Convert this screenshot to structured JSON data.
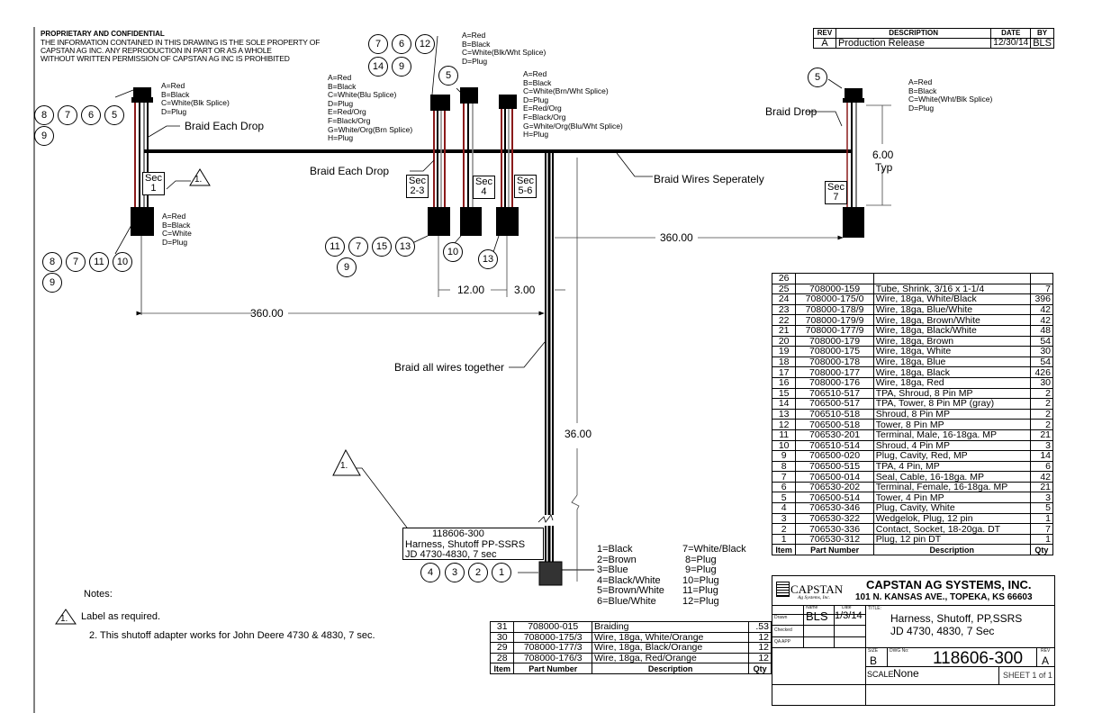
{
  "proprietary": {
    "heading": "PROPRIETARY AND CONFIDENTIAL",
    "lines": [
      "THE INFORMATION CONTAINED IN THIS DRAWING IS THE SOLE PROPERTY OF",
      "CAPSTAN AG INC. ANY REPRODUCTION IN PART OR AS A WHOLE",
      "WITHOUT WRITTEN PERMISSION OF CAPSTAN AG INC IS PROHIBITED"
    ]
  },
  "revision_block": {
    "headers": [
      "REV",
      "DESCRIPTION",
      "DATE",
      "BY"
    ],
    "rows": [
      [
        "A",
        "Production Release",
        "12/30/14",
        "BLS"
      ]
    ]
  },
  "drawing": {
    "colors": {
      "red_wire": "#8b1a1a",
      "wire": "#000000",
      "dim": "#444444"
    },
    "callouts": {
      "braid_each_drop_1": "Braid Each Drop",
      "braid_each_drop_2": "Braid Each Drop",
      "braid_drop": "Braid Drop",
      "braid_wires_separately": "Braid Wires Seperately",
      "braid_all_together": "Braid all wires together"
    },
    "dimensions": {
      "d360_left": "360.00",
      "d360_right": "360.00",
      "d12": "12.00",
      "d3": "3.00",
      "d36": "36.00",
      "d6": "6.00",
      "d6_typ": "Typ"
    },
    "sections": {
      "sec1": [
        "Sec",
        "1"
      ],
      "sec23": [
        "Sec",
        "2-3"
      ],
      "sec4": [
        "Sec",
        "4"
      ],
      "sec56": [
        "Sec",
        "5-6"
      ],
      "sec7": [
        "Sec",
        "7"
      ]
    },
    "pinouts": {
      "sec1_top": [
        "A=Red",
        "B=Black",
        "C=White(Blk Splice)",
        "D=Plug"
      ],
      "sec1_bottom": [
        "A=Red",
        "B=Black",
        "C=White",
        "D=Plug"
      ],
      "sec23": [
        "A=Red",
        "B=Black",
        "C=White(Blu Splice)",
        "D=Plug",
        "E=Red/Org",
        "F=Black/Org",
        "G=White/Org(Brn Splice)",
        "H=Plug"
      ],
      "sec4": [
        "A=Red",
        "B=Black",
        "C=White(Blk/Wht Splice)",
        "D=Plug"
      ],
      "sec56": [
        "A=Red",
        "B=Black",
        "C=White(Brn/Wht Splice)",
        "D=Plug",
        "E=Red/Org",
        "F=Black/Org",
        "G=White/Org(Blu/Wht Splice)",
        "H=Plug"
      ],
      "sec7": [
        "A=Red",
        "B=Black",
        "C=White(Wht/Blk Splice)",
        "D=Plug"
      ],
      "main_left": [
        "1=Black",
        "2=Brown",
        "3=Blue",
        "4=Black/White",
        "5=Brown/White",
        "6=Blue/White"
      ],
      "main_right": [
        "7=White/Black",
        "8=Plug",
        "9=Plug",
        "10=Plug",
        "11=Plug",
        "12=Plug"
      ]
    },
    "balloons": {
      "sec1_top": [
        "8",
        "7",
        "6",
        "5",
        "9"
      ],
      "sec1_bottom": [
        "8",
        "7",
        "11",
        "10",
        "9"
      ],
      "sec23_top": [
        "7",
        "6",
        "12",
        "14",
        "9"
      ],
      "sec4_top": "5",
      "sec23_bottom": [
        "11",
        "7",
        "15",
        "13",
        "9"
      ],
      "sec4_bottom": "10",
      "sec56_bottom": "13",
      "sec7_top": "5",
      "main": [
        "4",
        "3",
        "2",
        "1"
      ]
    },
    "flag_note": "1.",
    "harness_label": [
      "118606-300",
      "Harness, Shutoff PP-SSRS",
      "JD 4730-4830, 7 sec"
    ]
  },
  "notes": {
    "heading": "Notes:",
    "items": [
      "1.",
      "Label as required.",
      "2.  This shutoff adapter works for John Deere 4730 & 4830, 7 sec."
    ]
  },
  "bom_main": {
    "headers": [
      "Item",
      "Part Number",
      "Description",
      "Qty"
    ],
    "rows": [
      [
        "26",
        "",
        "",
        ""
      ],
      [
        "25",
        "708000-159",
        "Tube, Shrink, 3/16 x 1-1/4",
        "7"
      ],
      [
        "24",
        "708000-175/0",
        "Wire, 18ga, White/Black",
        "396"
      ],
      [
        "23",
        "708000-178/9",
        "Wire, 18ga, Blue/White",
        "42"
      ],
      [
        "22",
        "708000-179/9",
        "Wire, 18ga, Brown/White",
        "42"
      ],
      [
        "21",
        "708000-177/9",
        "Wire, 18ga, Black/White",
        "48"
      ],
      [
        "20",
        "708000-179",
        "Wire, 18ga, Brown",
        "54"
      ],
      [
        "19",
        "708000-175",
        "Wire, 18ga, White",
        "30"
      ],
      [
        "18",
        "708000-178",
        "Wire, 18ga, Blue",
        "54"
      ],
      [
        "17",
        "708000-177",
        "Wire, 18ga, Black",
        "426"
      ],
      [
        "16",
        "708000-176",
        "Wire, 18ga, Red",
        "30"
      ],
      [
        "15",
        "706510-517",
        "TPA, Shroud, 8 Pin MP",
        "2"
      ],
      [
        "14",
        "706500-517",
        "TPA, Tower, 8 Pin MP (gray)",
        "2"
      ],
      [
        "13",
        "706510-518",
        "Shroud, 8 Pin MP",
        "2"
      ],
      [
        "12",
        "706500-518",
        "Tower, 8 Pin MP",
        "2"
      ],
      [
        "11",
        "706530-201",
        "Terminal, Male, 16-18ga. MP",
        "21"
      ],
      [
        "10",
        "706510-514",
        "Shroud, 4 Pin MP",
        "3"
      ],
      [
        "9",
        "706500-020",
        "Plug, Cavity, Red, MP",
        "14"
      ],
      [
        "8",
        "706500-515",
        "TPA, 4 Pin, MP",
        "6"
      ],
      [
        "7",
        "706500-014",
        "Seal, Cable, 16-18ga. MP",
        "42"
      ],
      [
        "6",
        "706530-202",
        "Terminal, Female, 16-18ga. MP",
        "21"
      ],
      [
        "5",
        "706500-514",
        "Tower, 4 Pin MP",
        "3"
      ],
      [
        "4",
        "706530-346",
        "Plug, Cavity, White",
        "5"
      ],
      [
        "3",
        "706530-322",
        "Wedgelok, Plug, 12 pin",
        "1"
      ],
      [
        "2",
        "706530-336",
        "Contact, Socket, 18-20ga. DT",
        "7"
      ],
      [
        "1",
        "706530-312",
        "Plug, 12 pin DT",
        "1"
      ]
    ]
  },
  "bom_lower": {
    "headers": [
      "Item",
      "Part Number",
      "Description",
      "Qty"
    ],
    "rows": [
      [
        "31",
        "708000-015",
        "Braiding",
        ".53"
      ],
      [
        "30",
        "708000-175/3",
        "Wire, 18ga, White/Orange",
        "12"
      ],
      [
        "29",
        "708000-177/3",
        "Wire, 18ga, Black/Orange",
        "12"
      ],
      [
        "28",
        "708000-176/3",
        "Wire, 18ga, Red/Orange",
        "12"
      ]
    ]
  },
  "title_block": {
    "logo_name": "CAPSTAN",
    "logo_sub": "Ag Systems, Inc.",
    "company": "CAPSTAN AG SYSTEMS, INC.",
    "address": "101 N. KANSAS AVE., TOPEKA, KS 66603",
    "name_header": "Name",
    "date_header": "Date",
    "drawn_label": "Drawn",
    "drawn_name": "BLS",
    "drawn_date": "1/3/14",
    "checked_label": "Checked",
    "qa_label": "QA APP",
    "title_label": "TITLE:",
    "title_line1": "Harness, Shutoff, PP,SSRS",
    "title_line2": "JD 4730, 4830, 7 Sec",
    "size_label": "SIZE",
    "size": "B",
    "dwg_label": "DWG No:",
    "dwg_no": "118606-300",
    "rev_label": "REV",
    "rev": "A",
    "scale_label": "SCALE:",
    "scale": "None",
    "sheet": "SHEET 1 of 1"
  }
}
